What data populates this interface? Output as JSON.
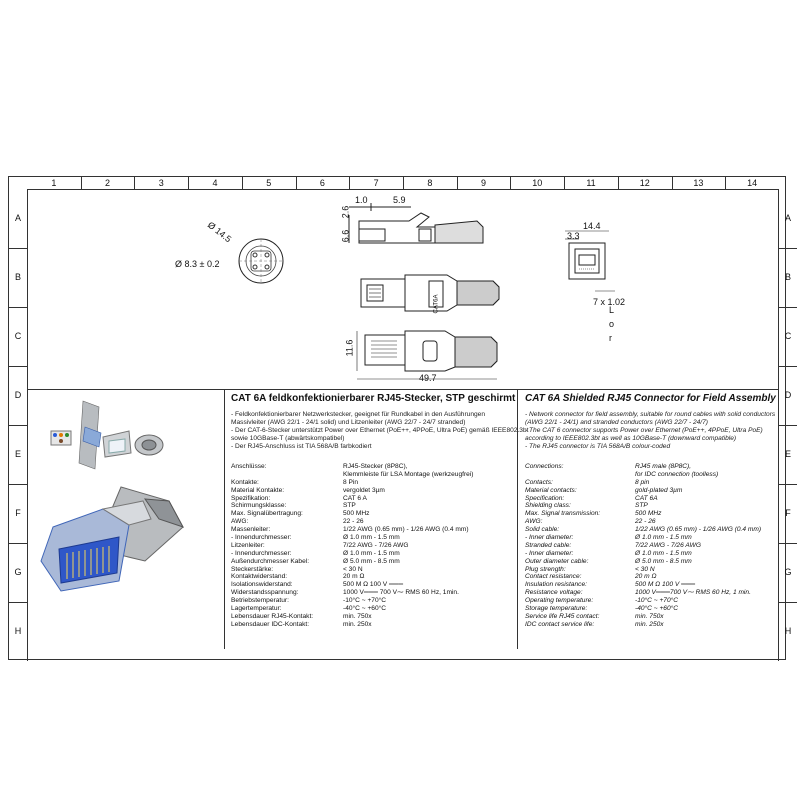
{
  "grid": {
    "columns": [
      "1",
      "2",
      "3",
      "4",
      "5",
      "6",
      "7",
      "8",
      "9",
      "10",
      "11",
      "12",
      "13",
      "14"
    ],
    "rows": [
      "A",
      "B",
      "C",
      "D",
      "E",
      "F",
      "G",
      "H"
    ]
  },
  "drawing": {
    "dims": {
      "d_outer": "Ø 14.5",
      "d_inner": "Ø 8.3 ± 0.2",
      "top_1": "1.0",
      "top_2": "5.9",
      "side_1": "2.6",
      "side_2": "6.6",
      "height": "11.6",
      "length": "49.7",
      "right_w": "14.4",
      "right_inner": "3.3",
      "right_bottom": "7 x 1.02",
      "l_letter": "L",
      "o_letter": "o",
      "r_letter": "r"
    },
    "body_label": "CAT6A"
  },
  "de": {
    "title": "CAT 6A feldkonfektionierbarer RJ45-Stecker, STP geschirmt",
    "bullets": [
      "- Feldkonfektionierbarer Netzwerkstecker, geeignet für Rundkabel in den Ausführungen",
      "  Massivleiter (AWG 22/1 - 24/1 solid) und Litzenleiter (AWG 22/7 - 24/7 stranded)",
      "- Der CAT-6-Stecker unterstützt Power over Ethernet (PoE++, 4PPoE, Ultra PoE) gemäß IEEE802.3bt",
      "  sowie 10GBase-T (abwärtskompatibel)",
      "- Der RJ45-Anschluss ist TIA 568A/B farbkodiert"
    ],
    "specs": [
      {
        "label": "Anschlüsse:",
        "value": "RJ45-Stecker (8P8C),"
      },
      {
        "label": "",
        "value": "Klemmleiste für LSA Montage (werkzeugfrei)"
      },
      {
        "label": "Kontakte:",
        "value": "8 Pin"
      },
      {
        "label": "Material Kontakte:",
        "value": "vergoldet 3µm"
      },
      {
        "label": "Spezifikation:",
        "value": "CAT 6 A"
      },
      {
        "label": "Schirmungsklasse:",
        "value": "STP"
      },
      {
        "label": "Max. Signalübertragung:",
        "value": "500 MHz"
      },
      {
        "label": "AWG:",
        "value": "22 - 26"
      },
      {
        "label": "Massenleiter:",
        "value": "1/22 AWG (0.65 mm) - 1/26 AWG (0.4 mm)"
      },
      {
        "label": "- Innendurchmesser:",
        "value": "Ø 1.0 mm - 1.5 mm"
      },
      {
        "label": "Litzenleiter:",
        "value": "7/22 AWG - 7/26 AWG"
      },
      {
        "label": "- Innendurchmesser:",
        "value": "Ø 1.0 mm - 1.5 mm"
      },
      {
        "label": "Außendurchmesser Kabel:",
        "value": "Ø 5.0 mm - 8.5 mm"
      },
      {
        "label": "Steckerstärke:",
        "value": "< 30 N"
      },
      {
        "label": "Kontaktwiderstand:",
        "value": "20 m Ω"
      },
      {
        "label": "Isolationswiderstand:",
        "value": "500 M Ω  100 V ═══"
      },
      {
        "label": "Widerstandsspannung:",
        "value": "1000 V═══ 700 V⁓ RMS 60 Hz, 1min."
      },
      {
        "label": "Betriebstemperatur:",
        "value": "-10°C ~ +70°C"
      },
      {
        "label": "Lagertemperatur:",
        "value": "-40°C ~ +60°C"
      },
      {
        "label": "Lebensdauer RJ45-Kontakt:",
        "value": "min. 750x"
      },
      {
        "label": "Lebensdauer IDC-Kontakt:",
        "value": "min. 250x"
      }
    ]
  },
  "en": {
    "title": "CAT 6A Shielded RJ45 Connector for Field Assembly",
    "bullets": [
      "- Network connector for field assembly, suitable for round cables with solid conductors",
      "  (AWG 22/1 - 24/1) and stranded conductors (AWG 22/7 - 24/7)",
      "- The CAT 6 connector supports Power over Ethernet (PoE++, 4PPoE, Ultra PoE)",
      "  according to IEEE802.3bt as well as 10GBase-T (downward compatible)",
      "- The RJ45 connector is TIA 568A/B colour-coded"
    ],
    "specs": [
      {
        "label": "Connections:",
        "value": "RJ45 male (8P8C),"
      },
      {
        "label": "",
        "value": "for IDC connection (toolless)"
      },
      {
        "label": "Contacts:",
        "value": "8 pin"
      },
      {
        "label": "Material contacts:",
        "value": "gold-plated 3µm"
      },
      {
        "label": "Specification:",
        "value": "CAT 6A"
      },
      {
        "label": "Shielding class:",
        "value": "STP"
      },
      {
        "label": "Max. Signal transmission:",
        "value": "500 MHz"
      },
      {
        "label": "AWG:",
        "value": "22 - 26"
      },
      {
        "label": "Solid cable:",
        "value": "1/22 AWG (0.65 mm) - 1/26 AWG (0.4 mm)"
      },
      {
        "label": "- Inner diameter:",
        "value": "Ø 1.0 mm - 1.5 mm"
      },
      {
        "label": "Stranded cable:",
        "value": "7/22 AWG - 7/26 AWG"
      },
      {
        "label": "- Inner diameter:",
        "value": "Ø 1.0 mm - 1.5 mm"
      },
      {
        "label": "Outer diameter cable:",
        "value": "Ø 5.0 mm - 8.5 mm"
      },
      {
        "label": "Plug strength:",
        "value": "< 30 N"
      },
      {
        "label": "Contact resistance:",
        "value": "20 m Ω"
      },
      {
        "label": "Insulation resistance:",
        "value": "500 M Ω 100 V ═══"
      },
      {
        "label": "Resistance voltage:",
        "value": "1000 V═══700 V⁓ RMS 60 Hz, 1 min."
      },
      {
        "label": "Operating temperature:",
        "value": "-10°C ~ +70°C"
      },
      {
        "label": "Storage temperature:",
        "value": "-40°C ~ +60°C"
      },
      {
        "label": "Service life RJ45 contact:",
        "value": "min. 750x"
      },
      {
        "label": "IDC contact service life:",
        "value": "min. 250x"
      }
    ]
  }
}
